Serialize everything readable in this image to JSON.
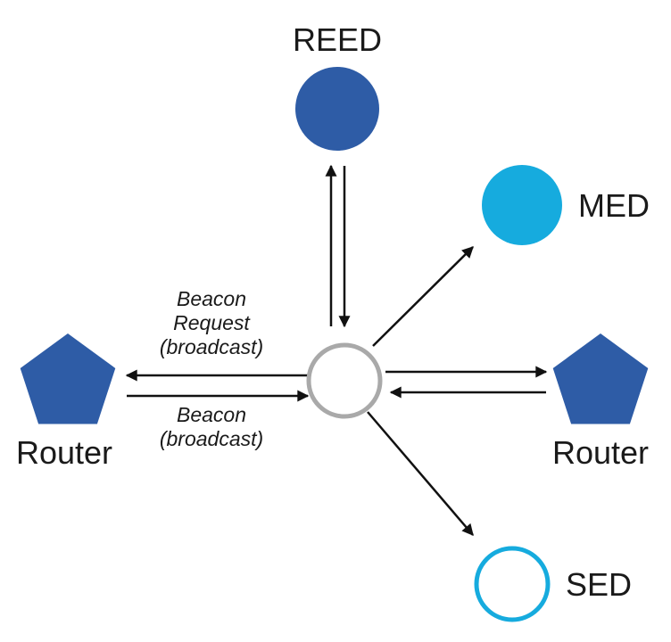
{
  "diagram": {
    "type": "network-topology",
    "description": "Thread mesh network attach diagram: center joining node exchanging beacons with routers and end devices",
    "nodes": {
      "reed": {
        "label": "REED",
        "shape": "circle",
        "fill": "solid-blue"
      },
      "med": {
        "label": "MED",
        "shape": "circle",
        "fill": "solid-cyan"
      },
      "router_left": {
        "label": "Router",
        "shape": "pentagon",
        "fill": "solid-blue"
      },
      "router_right": {
        "label": "Router",
        "shape": "pentagon",
        "fill": "solid-blue"
      },
      "sed": {
        "label": "SED",
        "shape": "circle",
        "fill": "outline-cyan"
      },
      "center": {
        "label": "",
        "shape": "circle",
        "fill": "outline-gray"
      }
    },
    "edge_labels": {
      "beacon_request": {
        "line1": "Beacon",
        "line2": "Request",
        "line3": "(broadcast)"
      },
      "beacon": {
        "line1": "Beacon",
        "line2": "(broadcast)"
      }
    },
    "edges": [
      {
        "from": "center",
        "to": "reed",
        "style": "double-arrow-vertical"
      },
      {
        "from": "center",
        "to": "med",
        "style": "single-arrow"
      },
      {
        "from": "center",
        "to": "router_left",
        "style": "double-arrow-horizontal"
      },
      {
        "from": "center",
        "to": "router_right",
        "style": "double-arrow-horizontal"
      },
      {
        "from": "center",
        "to": "sed",
        "style": "single-arrow"
      }
    ],
    "colors": {
      "node_blue": "#2E5CA6",
      "node_cyan": "#16ABDE",
      "center_stroke": "#A9A9A9",
      "arrow": "#111111",
      "text": "#1a1a1a",
      "background": "#ffffff"
    }
  }
}
